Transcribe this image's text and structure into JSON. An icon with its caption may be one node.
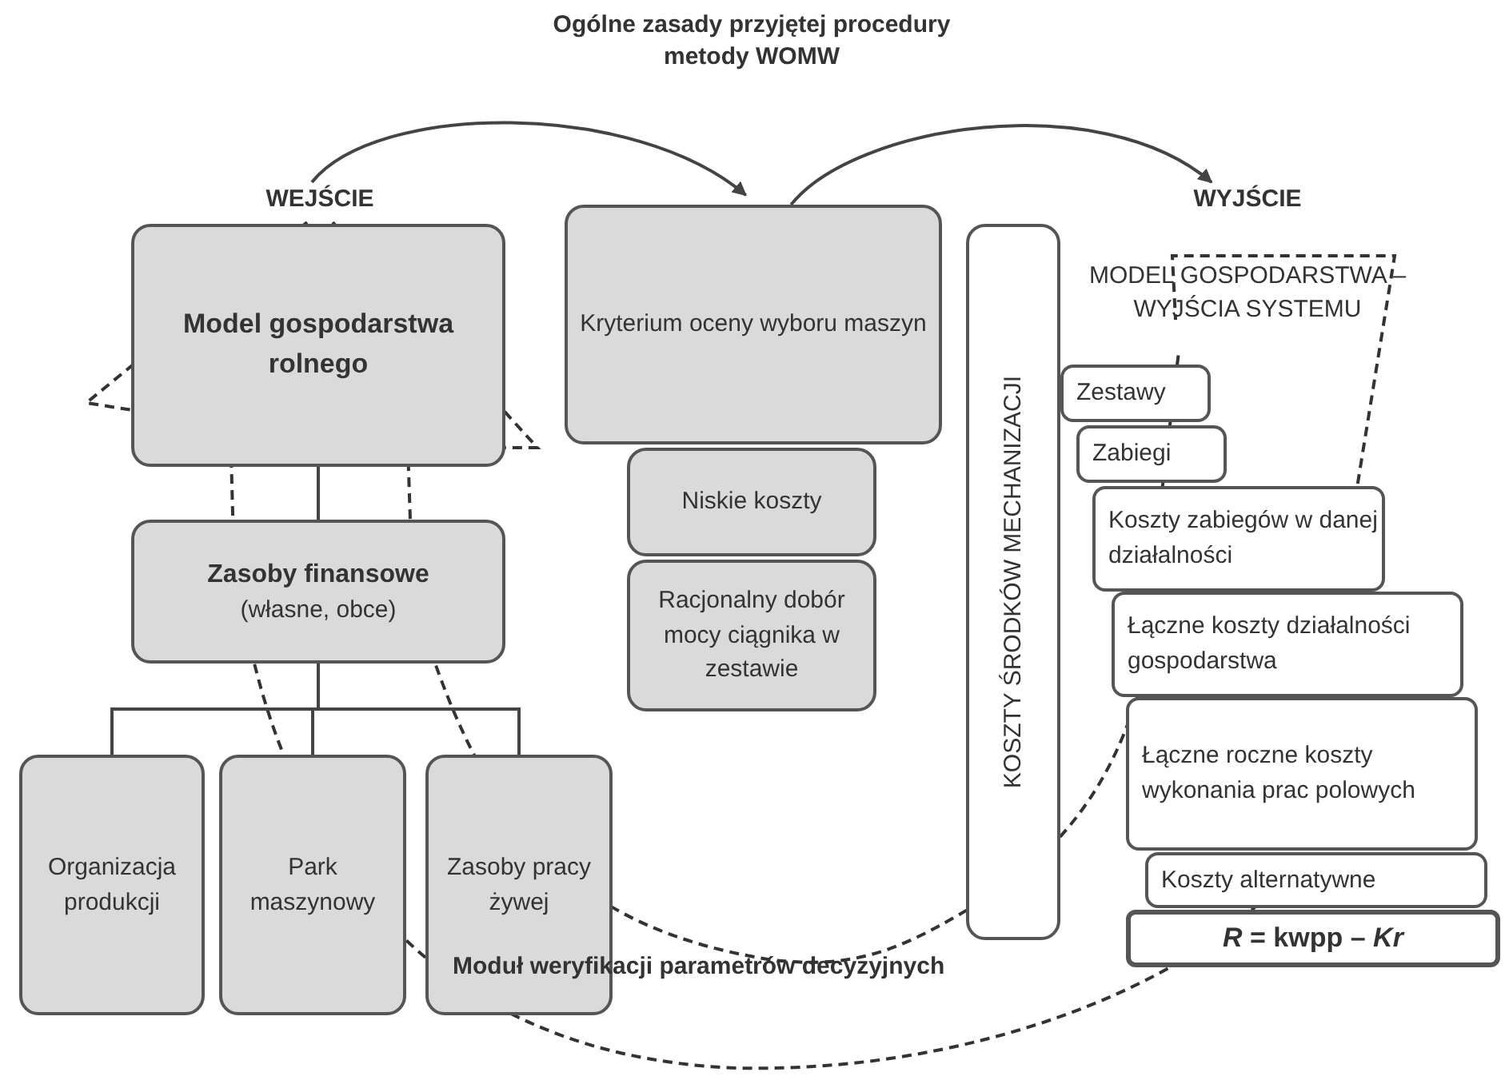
{
  "diagram": {
    "title": "Ogólne zasady przyjętej procedury metody WOMW",
    "nodes": [
      {
        "text": [
          "WEJŚCIE"
        ]
      },
      {
        "text": [
          "Model gospodarstwa rolnego"
        ]
      },
      {
        "text": [
          "Zasoby finansowe",
          "(własne, obce)"
        ]
      },
      {
        "text": [
          "Organizacja produkcji"
        ]
      },
      {
        "text": [
          "Park maszynowy"
        ]
      },
      {
        "text": [
          "Zasoby pracy żywej"
        ]
      },
      {
        "text": [
          "Kryterium oceny wyboru maszyn"
        ]
      },
      {
        "text": [
          "Niskie koszty"
        ]
      },
      {
        "text": [
          "Racjonalny dobór mocy ciągnika w zestawie"
        ]
      },
      {
        "text": [
          "KOSZTY ŚRODKÓW MECHANIZACJI"
        ]
      },
      {
        "text": [
          "WYJŚCIE"
        ]
      },
      {
        "text": [
          "MODEL GOSPODARSTWA – WYJŚCIA SYSTEMU"
        ]
      },
      {
        "text": [
          "Zestawy"
        ]
      },
      {
        "text": [
          "Zabiegi"
        ]
      },
      {
        "text": [
          "Koszty zabiegów w danej działalności"
        ]
      },
      {
        "text": [
          "Łączne koszty działalności gospodarstwa"
        ]
      },
      {
        "text": [
          "Łączne roczne koszty wykonania prac polowych"
        ]
      },
      {
        "text": [
          "Koszty alternatywne"
        ]
      },
      {
        "text": [
          "*R* = kwpp – *Kr*"
        ]
      }
    ],
    "edges": [
      {
        "from": 0,
        "to": 6,
        "arrow": "to"
      },
      {
        "from": 6,
        "to": 10,
        "arrow": "to"
      },
      {
        "from": 1,
        "to": 2,
        "arrow": "none"
      },
      {
        "from": 2,
        "to": 3,
        "arrow": "none"
      },
      {
        "from": 2,
        "to": 4,
        "arrow": "none"
      },
      {
        "from": 2,
        "to": 5,
        "arrow": "none"
      }
    ],
    "labels": [
      "Moduł weryfikacji parametrów decyzyjnych"
    ]
  }
}
